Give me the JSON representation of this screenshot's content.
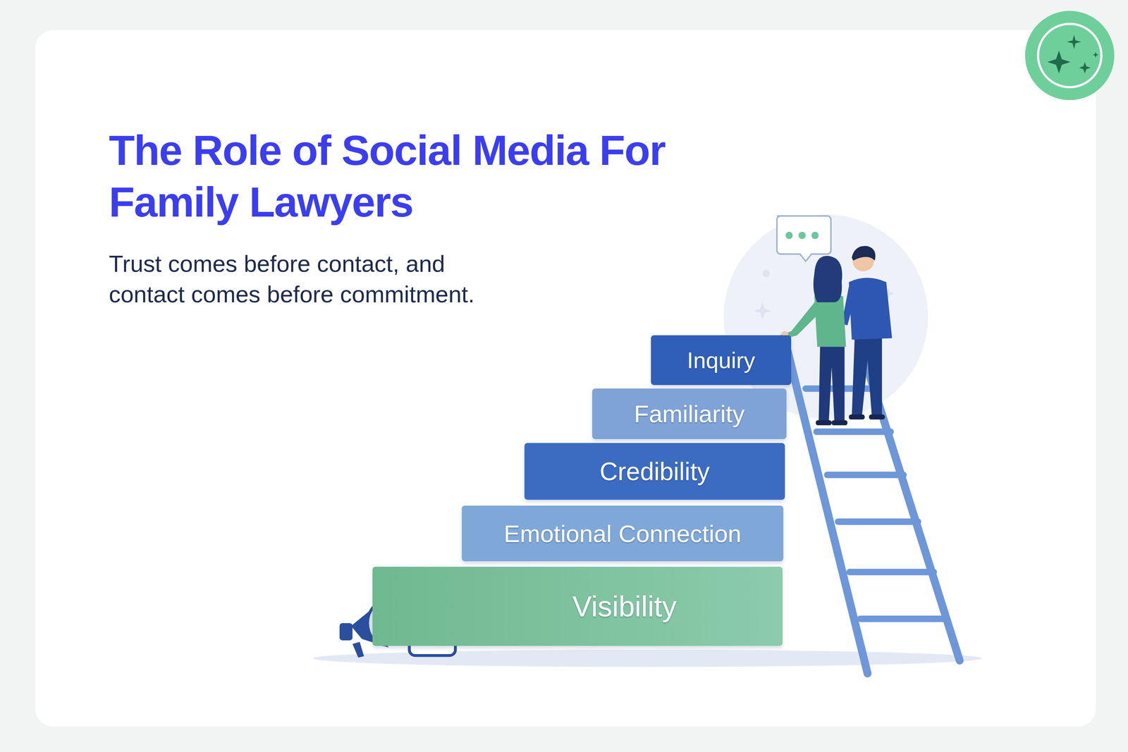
{
  "diagram": {
    "title": "The Role of Social Media For Family Lawyers",
    "nodes": [
      {
        "text": [
          "Inquiry"
        ]
      },
      {
        "text": [
          "Familiarity"
        ]
      },
      {
        "text": [
          "Credibility"
        ]
      },
      {
        "text": [
          "Emotional Connection"
        ]
      },
      {
        "text": [
          "Visibility"
        ]
      }
    ],
    "labels": [
      "Trust comes before contact, and contact comes before commitment."
    ]
  }
}
